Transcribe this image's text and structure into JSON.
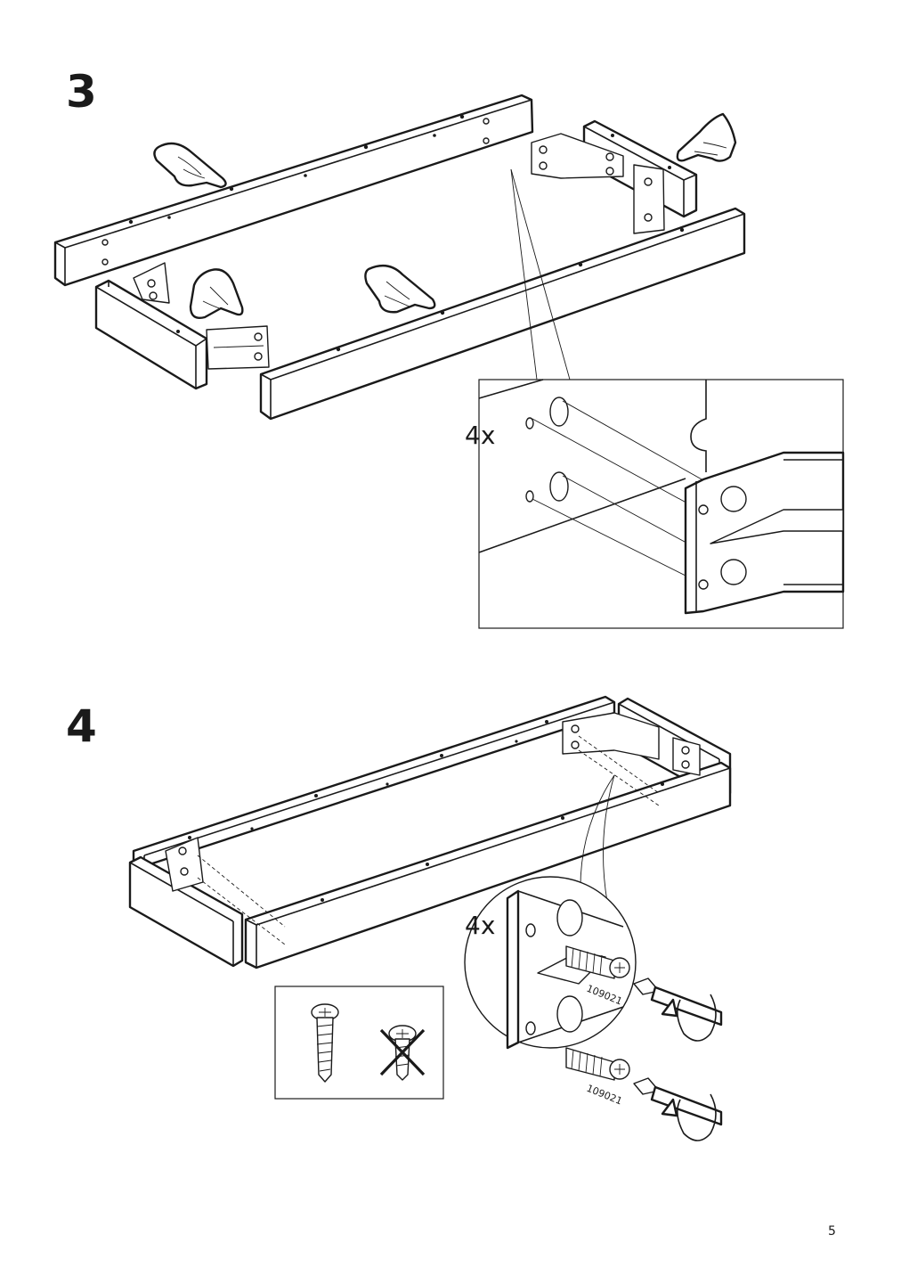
{
  "page": {
    "number": "5"
  },
  "steps": [
    {
      "number": "3",
      "detail_quantity": "4x"
    },
    {
      "number": "4",
      "detail_quantity": "4x",
      "screw_code": "109021"
    }
  ]
}
